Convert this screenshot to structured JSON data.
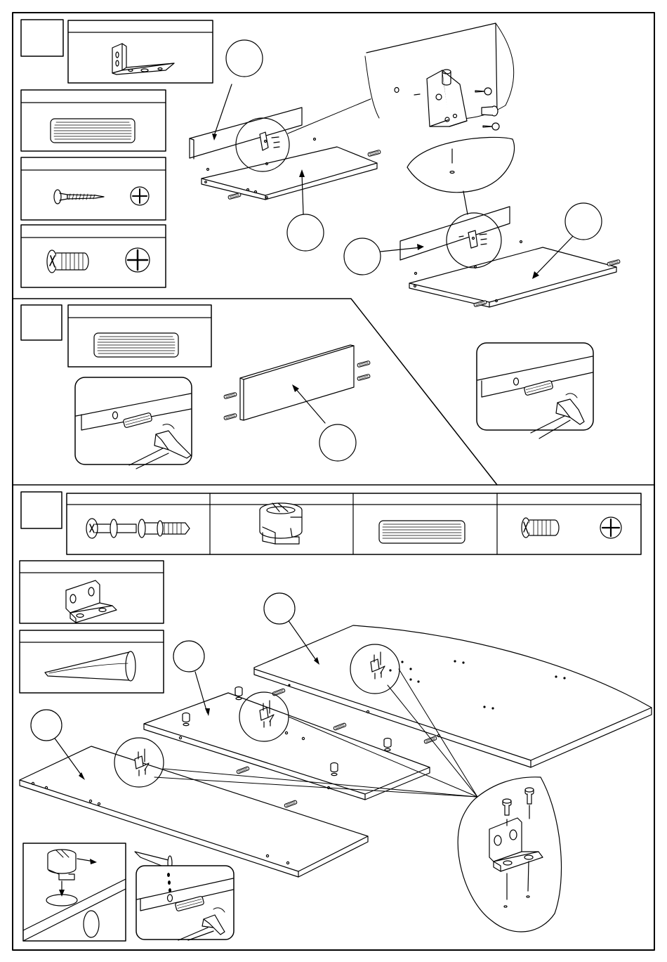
{
  "page": {
    "step_boxes": [
      {
        "id": "step-1",
        "number": ""
      },
      {
        "id": "step-2",
        "number": ""
      },
      {
        "id": "step-3",
        "number": ""
      }
    ],
    "callout_circles": [
      {
        "id": "callout-a",
        "label": ""
      },
      {
        "id": "callout-b",
        "label": ""
      },
      {
        "id": "callout-c",
        "label": ""
      },
      {
        "id": "callout-d",
        "label": ""
      },
      {
        "id": "callout-e",
        "label": ""
      },
      {
        "id": "callout-f",
        "label": ""
      },
      {
        "id": "callout-g",
        "label": ""
      },
      {
        "id": "callout-h",
        "label": ""
      }
    ],
    "part_tables": [
      {
        "id": "bracket-part",
        "icon": "angle-bracket-icon",
        "label": ""
      },
      {
        "id": "dowel-part",
        "icon": "wood-dowel-icon",
        "label": ""
      },
      {
        "id": "wood-screw-part",
        "icon": "wood-screw-icon",
        "label": ""
      },
      {
        "id": "short-screw-part",
        "icon": "short-screw-icon",
        "label": ""
      },
      {
        "id": "dowel-part-2",
        "icon": "wood-dowel-icon",
        "label": ""
      },
      {
        "id": "cam-bolt-part",
        "icon": "cam-bolt-icon",
        "label": ""
      },
      {
        "id": "cam-lock-part",
        "icon": "cam-lock-icon",
        "label": ""
      },
      {
        "id": "dowel-part-3",
        "icon": "wood-dowel-icon",
        "label": ""
      },
      {
        "id": "short-screw-part-2",
        "icon": "short-screw-icon",
        "label": ""
      },
      {
        "id": "flat-bracket-part",
        "icon": "flat-bracket-icon",
        "label": ""
      },
      {
        "id": "glue-part",
        "icon": "glue-bottle-icon",
        "label": ""
      }
    ],
    "colors": {
      "stroke": "#000000",
      "background": "#ffffff"
    }
  }
}
